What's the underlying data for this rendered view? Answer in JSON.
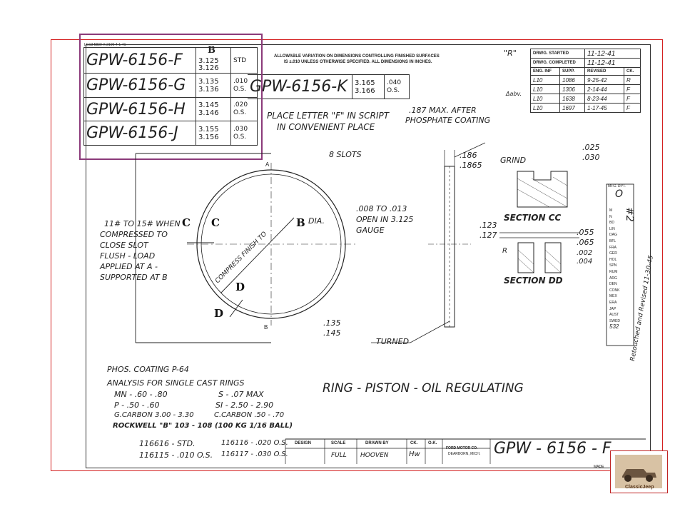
{
  "corner_note": "LG13 5830-X  2100-4-1-41",
  "tolerance_note": {
    "line1": "ALLOWABLE VARIATION ON DIMENSIONS CONTROLLING FINISHED SURFACES",
    "line2": "IS ±.010 UNLESS OTHERWISE SPECIFIED.  ALL DIMENSIONS IN INCHES."
  },
  "rev_mark": "\"R\"",
  "variant_table": {
    "col_letter": "B",
    "rows": [
      {
        "part": "GPW-6156-F",
        "dim1": "3.125",
        "dim2": "3.126",
        "code": "STD"
      },
      {
        "part": "GPW-6156-G",
        "dim1": "3.135",
        "dim2": "3.136",
        "code": ".010",
        "code2": "O.S."
      },
      {
        "part": "GPW-6156-H",
        "dim1": "3.145",
        "dim2": "3.146",
        "code": ".020",
        "code2": "O.S."
      },
      {
        "part": "GPW-6156-J",
        "dim1": "3.155",
        "dim2": "3.156",
        "code": ".030",
        "code2": "O.S."
      }
    ],
    "extra": {
      "part": "GPW-6156-K",
      "dim1": "3.165",
      "dim2": "3.166",
      "code": ".040",
      "code2": "O.S."
    }
  },
  "revision_block": {
    "started_label": "DRWG. STARTED",
    "started_value": "11-12-41",
    "completed_label": "DRWG. COMPLETED",
    "completed_value": "11-12-41",
    "headers": [
      "ENG. INF",
      "SUPP.",
      "REVISED",
      "CK."
    ],
    "abv_note": "Δabv.",
    "rows": [
      {
        "inf": "L10",
        "supp": "1086",
        "revised": "9-25-42",
        "ck": "R"
      },
      {
        "inf": "L10",
        "supp": "1306",
        "revised": "2-14-44",
        "ck": "F"
      },
      {
        "inf": "L10",
        "supp": "1638",
        "revised": "8-23-44",
        "ck": "F"
      },
      {
        "inf": "L10",
        "supp": "1697",
        "revised": "1-17-45",
        "ck": "F"
      }
    ]
  },
  "notes": {
    "place_letter": "PLACE LETTER \"F\" IN SCRIPT",
    "place_letter2": "IN CONVENIENT PLACE",
    "phosphate": ".187 MAX. AFTER",
    "phosphate2": "PHOSPHATE COATING",
    "slots": "8 SLOTS",
    "gap": ".008 TO .013",
    "gap2": "OPEN IN 3.125",
    "gap3": "GAUGE",
    "dia": "DIA.",
    "compress_finish": "COMPRESS FINISH TO",
    "load1": "11# TO 15# WHEN",
    "load2": "COMPRESSED TO",
    "load3": "CLOSE SLOT",
    "load4": "FLUSH - LOAD",
    "load5": "APPLIED AT A -",
    "load6": "SUPPORTED AT B",
    "thick1": ".186",
    "thick2": ".1865",
    "grind": "GRIND",
    "turned": "TURNED",
    "rad1": ".135",
    "rad2": ".145",
    "t1": ".025",
    "t2": ".030",
    "w1": ".123",
    "w2": ".127",
    "s1": ".055",
    "s2": ".065",
    "r1": ".002",
    "r2": ".004",
    "section_cc": "SECTION CC",
    "section_dd": "SECTION DD",
    "letter_a": "A",
    "letter_b": "B",
    "letter_c": "C",
    "letter_d": "D",
    "letter_r": "R"
  },
  "analysis": {
    "phos": "PHOS. COATING P-64",
    "title": "ANALYSIS  FOR  SINGLE  CAST  RINGS",
    "mn": "MN - .60 - .80",
    "s": "S - .07  MAX",
    "p": "P  - .50 - .60",
    "si": "SI - 2.50 - 2.90",
    "gc": "G.CARBON  3.00 - 3.30",
    "cc": "C.CARBON .50 - .70",
    "rockwell": "ROCKWELL \"B\" 103 - 108 (100 KG 1/16 BALL)"
  },
  "part_numbers": {
    "a": "116616 - STD.",
    "b": "116115 - .010 O.S.",
    "c": "116116 - .020 O.S.",
    "d": "116117 - .030 O.S."
  },
  "title": "RING - PISTON - OIL  REGULATING",
  "title_block": {
    "design_label": "DESIGN",
    "scale_label": "SCALE",
    "scale_value": "FULL",
    "drawn_label": "DRAWN BY",
    "drawn_value": "HOOVEN",
    "ck_label": "CK.",
    "ck_value": "Hw",
    "ok_label": "O.K.",
    "company": "FORD MOTOR CO.",
    "city": "DEARBORN, MICH.",
    "part_no": "GPW - 6156 - F",
    "made": "MADE"
  },
  "mfg_dept": {
    "label": "MFG. DPT.",
    "value": "O",
    "items": [
      "M",
      "N",
      "BD",
      "LIN",
      "DAG",
      "BFL",
      "FRA",
      "GER",
      "HOL",
      "SPN",
      "RUM",
      "ARG",
      "DEN",
      "CONK",
      "MEX",
      "ERA",
      "JAP",
      "AUST",
      "SWED",
      "532"
    ]
  },
  "side_note": "#2",
  "side_sig": "Retouched and Revised 11-30-45",
  "logo_text": "ClassicJeep",
  "colors": {
    "frame": "#d42020",
    "highlight": "#8b3a7a",
    "ink": "#222222"
  }
}
